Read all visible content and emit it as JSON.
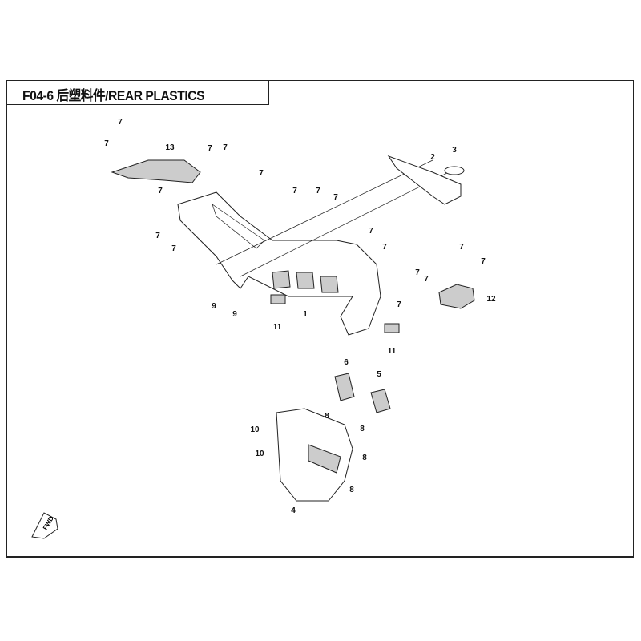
{
  "title": "F04-6 后塑料件/REAR PLASTICS",
  "fwd_label": "FWD",
  "callouts": [
    "7",
    "7",
    "13",
    "7",
    "7",
    "7",
    "7",
    "7",
    "7",
    "7",
    "7",
    "7",
    "7",
    "9",
    "9",
    "11",
    "1",
    "11",
    "2",
    "3",
    "7",
    "7",
    "7",
    "7",
    "7",
    "7",
    "12",
    "6",
    "5",
    "8",
    "8",
    "8",
    "8",
    "10",
    "10",
    "4"
  ]
}
